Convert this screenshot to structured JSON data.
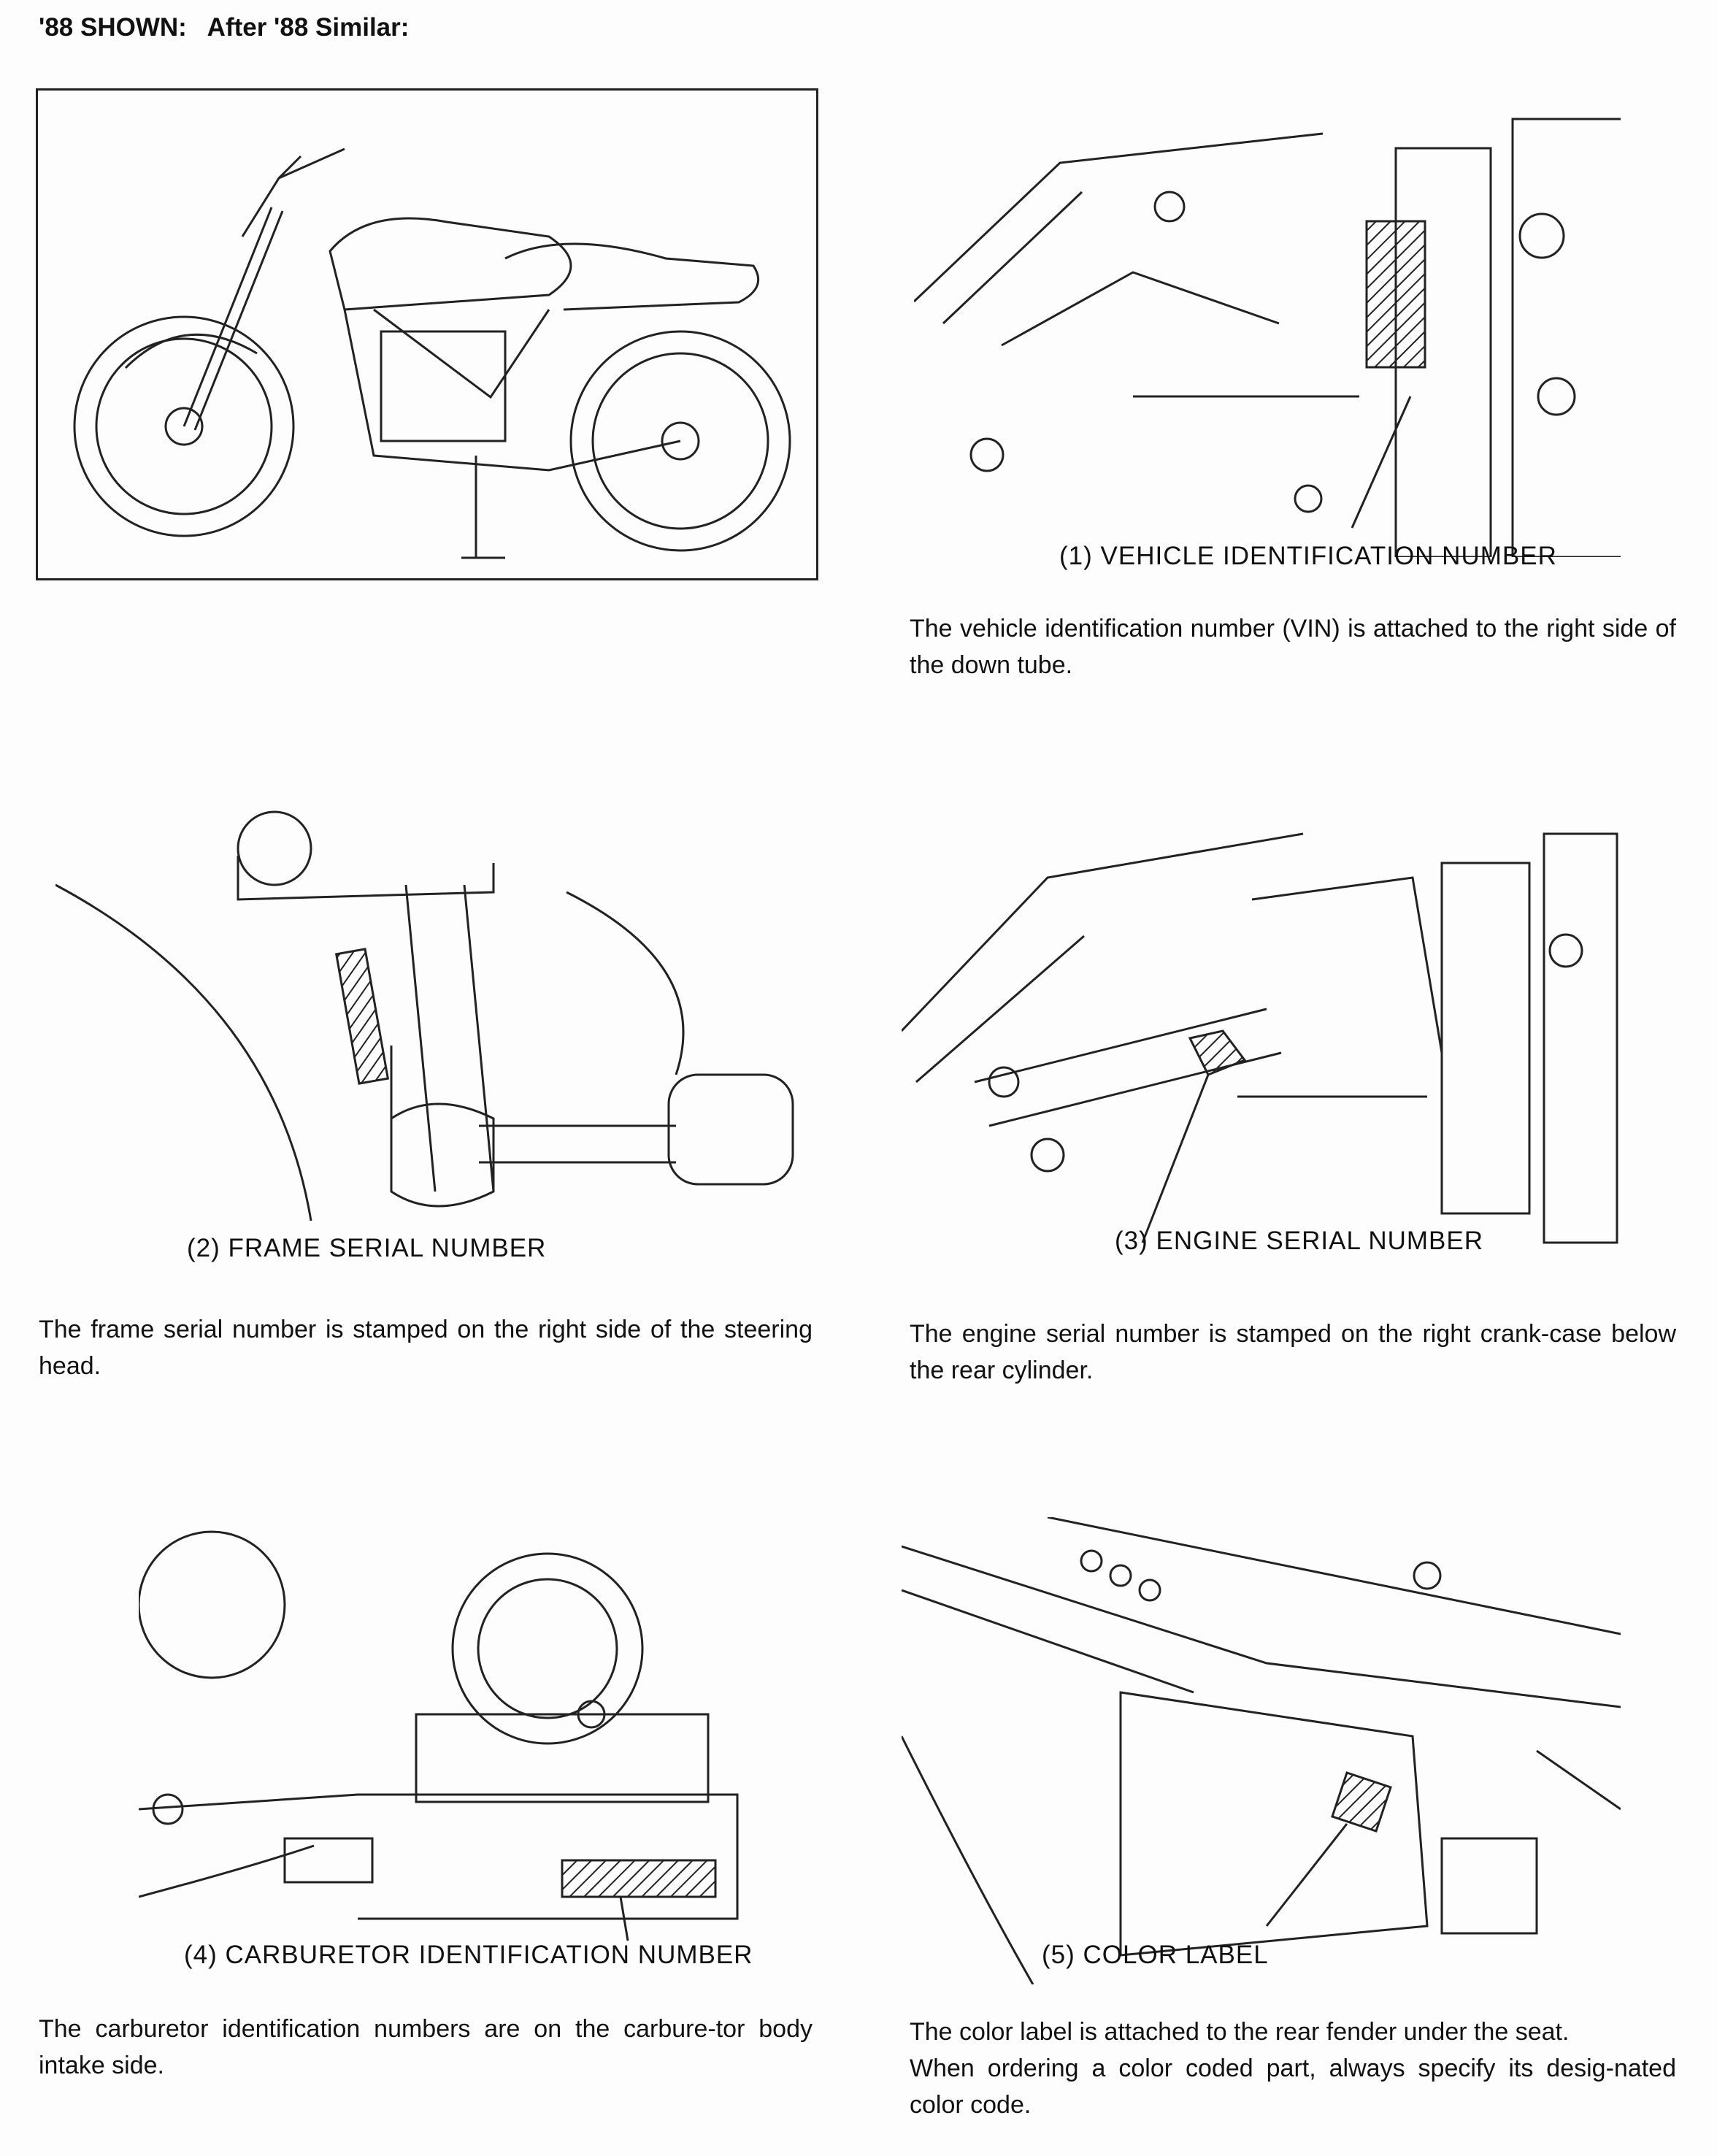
{
  "header": "'88 SHOWN:   After '88 Similar:",
  "sections": [
    {
      "caption": "(1) VEHICLE IDENTIFICATION NUMBER",
      "text": [
        "The vehicle identification number (VIN) is attached to the right side of the down tube."
      ]
    },
    {
      "caption": "(2) FRAME SERIAL NUMBER",
      "text": [
        "The frame serial number is stamped on the right side of the steering head."
      ]
    },
    {
      "caption": "(3) ENGINE SERIAL NUMBER",
      "text": [
        "The engine serial number is stamped on the right crank-case below the rear cylinder."
      ]
    },
    {
      "caption": "(4) CARBURETOR IDENTIFICATION NUMBER",
      "text": [
        "The carburetor identification numbers are on the carbure-tor body intake side."
      ]
    },
    {
      "caption": "(5) COLOR LABEL",
      "text": [
        "The color label is attached to the rear fender under the seat.",
        "When ordering a color coded part, always specify its desig-nated color code."
      ]
    }
  ]
}
